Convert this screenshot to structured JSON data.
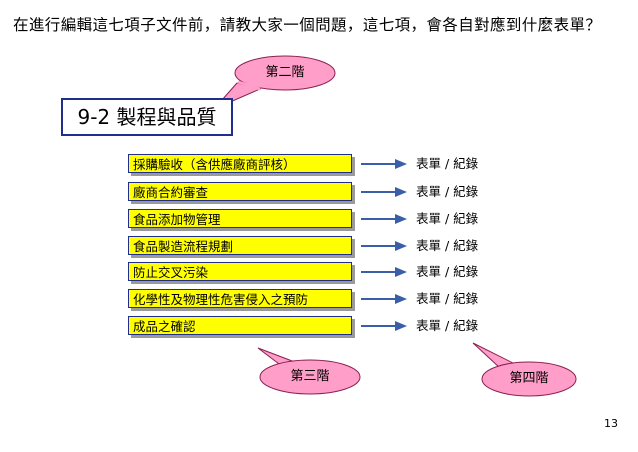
{
  "intro_text": "在進行編輯這七項子文件前，請教大家一個問題，這七項，會各自對應到什麼表單？",
  "title": "9-2  製程與品質",
  "steps": [
    {
      "label": "採購驗收（含供應廠商評核）",
      "record": "表單 / 紀錄"
    },
    {
      "label": "廠商合約審查",
      "record": "表單 / 紀錄"
    },
    {
      "label": "食品添加物管理",
      "record": "表單 / 紀錄"
    },
    {
      "label": "食品製造流程規劃",
      "record": "表單 / 紀錄"
    },
    {
      "label": "防止交叉污染",
      "record": "表單 / 紀錄"
    },
    {
      "label": "化學性及物理性危害侵入之預防",
      "record": "表單 / 紀錄"
    },
    {
      "label": "成品之確認",
      "record": "表單 / 紀錄"
    }
  ],
  "callouts": {
    "level2": "第二階",
    "level3": "第三階",
    "level4": "第四階"
  },
  "page_number": "13",
  "colors": {
    "step_fill": "#ffff00",
    "step_border": "#1f2f8a",
    "arrow": "#3a5ea8",
    "callout_fill": "#ff9ec8",
    "callout_stroke": "#8a2050"
  }
}
